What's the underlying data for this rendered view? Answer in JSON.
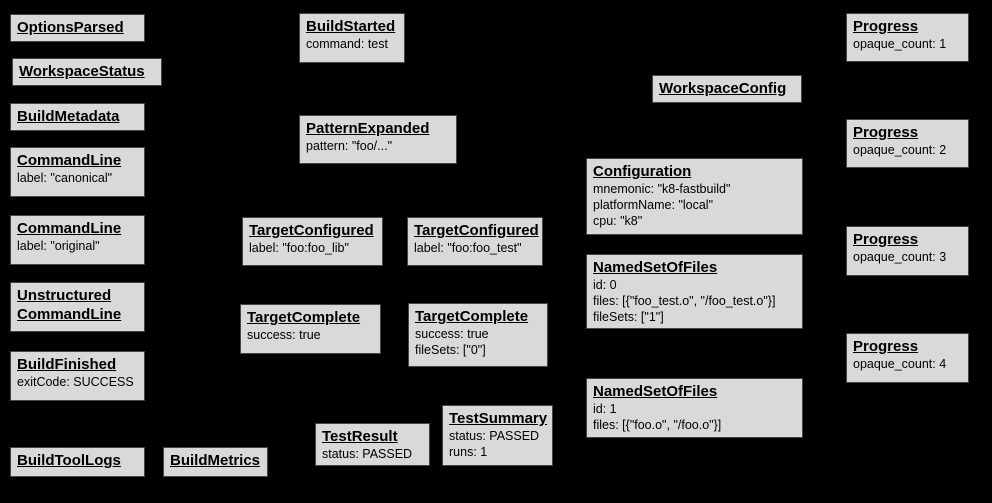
{
  "canvas": {
    "background_color": "#000000",
    "box_fill_color": "#d9d9d9",
    "box_border_color": "#454545",
    "text_color": "#000000"
  },
  "boxes": [
    {
      "name": "options-parsed",
      "title": "OptionsParsed",
      "fields": []
    },
    {
      "name": "workspace-status",
      "title": "WorkspaceStatus",
      "fields": []
    },
    {
      "name": "build-metadata",
      "title": "BuildMetadata",
      "fields": []
    },
    {
      "name": "command-line-canonical",
      "title": "CommandLine",
      "fields": [
        "label: \"canonical\""
      ]
    },
    {
      "name": "command-line-original",
      "title": "CommandLine",
      "fields": [
        "label: \"original\""
      ]
    },
    {
      "name": "unstructured-command-line",
      "title": "Unstructured\nCommandLine",
      "fields": []
    },
    {
      "name": "build-finished",
      "title": "BuildFinished",
      "fields": [
        "exitCode: SUCCESS"
      ]
    },
    {
      "name": "build-tool-logs",
      "title": "BuildToolLogs",
      "fields": []
    },
    {
      "name": "build-metrics",
      "title": "BuildMetrics",
      "fields": []
    },
    {
      "name": "build-started",
      "title": "BuildStarted",
      "fields": [
        "command: test"
      ]
    },
    {
      "name": "pattern-expanded",
      "title": "PatternExpanded",
      "fields": [
        "pattern: \"foo/...\""
      ]
    },
    {
      "name": "target-configured-foo-lib",
      "title": "TargetConfigured",
      "fields": [
        "label: \"foo:foo_lib\""
      ]
    },
    {
      "name": "target-configured-foo-test",
      "title": "TargetConfigured",
      "fields": [
        "label: \"foo:foo_test\""
      ]
    },
    {
      "name": "target-complete-foo-lib",
      "title": "TargetComplete",
      "fields": [
        "success: true"
      ]
    },
    {
      "name": "target-complete-foo-test",
      "title": "TargetComplete",
      "fields": [
        "success: true",
        "fileSets: [\"0\"]"
      ]
    },
    {
      "name": "test-result",
      "title": "TestResult",
      "fields": [
        "status: PASSED"
      ]
    },
    {
      "name": "test-summary",
      "title": "TestSummary",
      "fields": [
        "status: PASSED",
        "runs: 1"
      ]
    },
    {
      "name": "workspace-config",
      "title": "WorkspaceConfig",
      "fields": []
    },
    {
      "name": "configuration",
      "title": "Configuration",
      "fields": [
        "mnemonic: \"k8-fastbuild\"",
        "platformName: \"local\"",
        "cpu: \"k8\""
      ]
    },
    {
      "name": "named-set-of-files-0",
      "title": "NamedSetOfFiles",
      "fields": [
        "id: 0",
        "files: [{\"foo_test.o\", \"/foo_test.o\"}]",
        "fileSets: [\"1\"]"
      ]
    },
    {
      "name": "named-set-of-files-1",
      "title": "NamedSetOfFiles",
      "fields": [
        "id: 1",
        "files: [{\"foo.o\", \"/foo.o\"}]"
      ]
    },
    {
      "name": "progress-1",
      "title": "Progress",
      "fields": [
        "opaque_count: 1"
      ]
    },
    {
      "name": "progress-2",
      "title": "Progress",
      "fields": [
        "opaque_count: 2"
      ]
    },
    {
      "name": "progress-3",
      "title": "Progress",
      "fields": [
        "opaque_count: 3"
      ]
    },
    {
      "name": "progress-4",
      "title": "Progress",
      "fields": [
        "opaque_count: 4"
      ]
    }
  ]
}
